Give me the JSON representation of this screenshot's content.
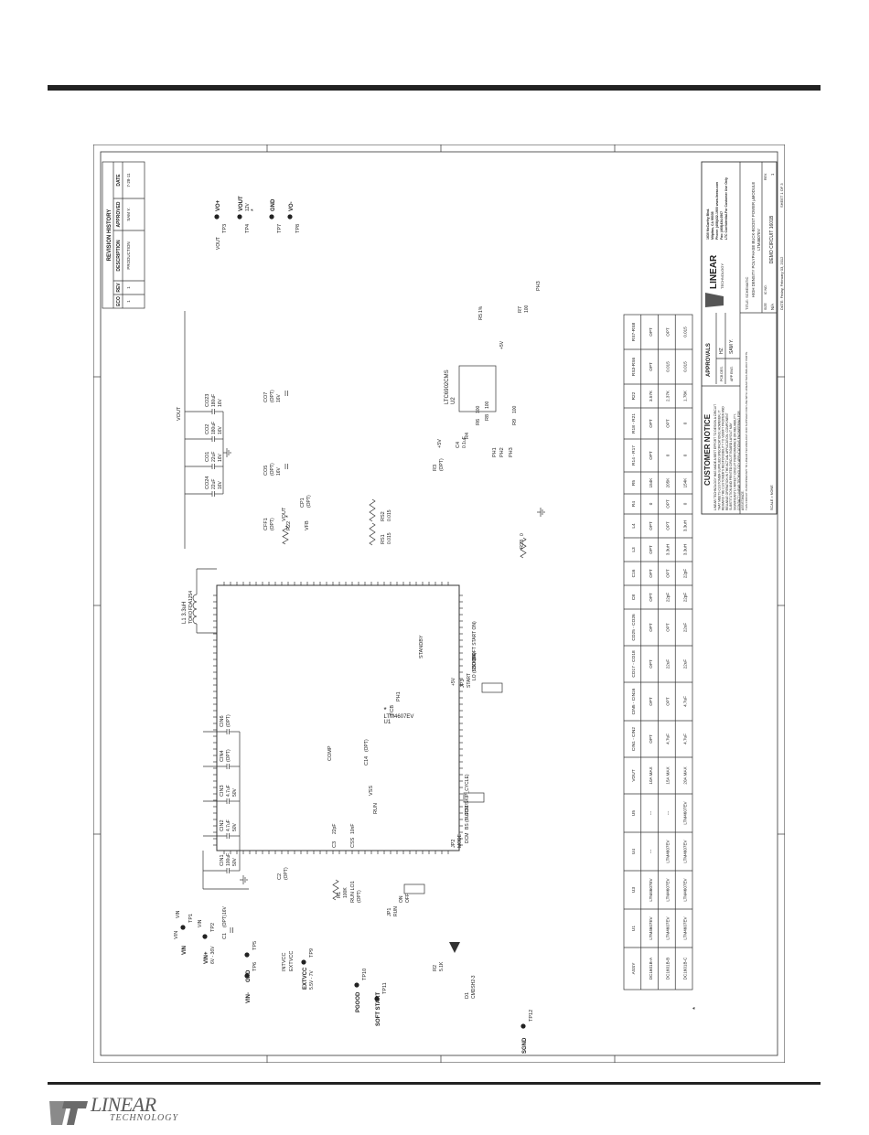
{
  "schematic": {
    "revision_history": {
      "title": "REVISION HISTORY",
      "headers": [
        "ECO",
        "REV",
        "DESCRIPTION",
        "APPROVED",
        "DATE"
      ],
      "row": [
        "1",
        "1",
        "PRODUCTION",
        "SAM Y.",
        "7-28-11"
      ]
    },
    "customer_notice": {
      "title": "CUSTOMER NOTICE",
      "body": "LINEAR TECHNOLOGY HAS MADE A BEST EFFORT TO DESIGN A CIRCUIT THAT MEETS CUSTOMER-SUPPLIED SPECIFICATIONS; HOWEVER, IT REMAINS THE CUSTOMER'S RESPONSIBILITY TO VERIFY PROPER AND RELIABLE OPERATION IN THE ACTUAL APPLICATION. COMPONENT SUBSTITUTION AND PRINTED CIRCUIT BOARD LAYOUT MAY SIGNIFICANTLY AFFECT CIRCUIT PERFORMANCE OR RELIABILITY. CONTACT LINEAR TECHNOLOGY APPLICATIONS ENGINEERING FOR ASSISTANCE."
    },
    "approvals": {
      "title": "APPROVALS",
      "pcb_des_label": "PCB DES.",
      "pcb_des": "HZ",
      "app_eng_label": "APP ENG.",
      "app_eng": "SAM Y."
    },
    "company": {
      "brand": "LINEAR",
      "brand_sub": "TECHNOLOGY",
      "address": [
        "1630 McCarthy Blvd.",
        "Milpitas, CA 95035",
        "Phone: (408)432-1900  www.linear.com",
        "Fax: (408)434-0507",
        "LTC Confidential-For Customer Use Only"
      ]
    },
    "title_block": {
      "title_label": "TITLE: SCHEMATIC",
      "title_line1": "HIGH DENSITY POLYPHASE BUCK-BOOST POWER µMODULE",
      "title_line2": "LTM4607EV",
      "size_label": "SIZE",
      "size": "N/A",
      "ic_no_label": "IC NO.",
      "demo": "DEMO CIRCUIT 1601B",
      "rev_label": "REV.",
      "rev": "1",
      "scale": "SCALE = NONE",
      "date": "DATE: Friday, February 03, 2012",
      "sheet": "SHEET  1  OF  3",
      "disclaimer": "THIS CIRCUIT IS PROPRIETARY TO LINEAR TECHNOLOGY AND SUPPLIED FOR USE WITH LINEAR TECHNOLOGY PARTS."
    },
    "assy_table": {
      "headers": [
        "ASSY",
        "U1",
        "U3",
        "U4",
        "U5",
        "VOUT",
        "CIN1 - CIN2",
        "CIN5 - CIN16",
        "CO17 - CO18",
        "CO25 - CO26",
        "C8",
        "C16",
        "L3",
        "L4",
        "R4",
        "R5",
        "R14 - R17",
        "R18 - R21",
        "R22",
        "RS3-RS6",
        "RS7-RS8"
      ],
      "rows": [
        [
          "DC1601B-A",
          "LTM4607EV",
          "LTM4607EV",
          "---",
          "---",
          "10A MAX",
          "OPT",
          "OPT",
          "OPT",
          "OPT",
          "OPT",
          "OPT",
          "OPT",
          "OPT",
          "0",
          "154K",
          "OPT",
          "OPT",
          "3.57K",
          "OPT",
          "OPT"
        ],
        [
          "DC1601B-B",
          "LTM4607EV",
          "LTM4607EV",
          "LTM4607EV",
          "---",
          "15A MAX",
          "4.7uF",
          "OPT",
          "22uF",
          "OPT",
          "22pF",
          "OPT",
          "3.3uH",
          "OPT",
          "OPT",
          "205K",
          "0",
          "OPT",
          "2.37K",
          "0.015",
          "OPT"
        ],
        [
          "DC1601B-C",
          "LTM4607EV",
          "LTM4607EV",
          "LTM4607EV",
          "LTM4607EV",
          "20A MAX",
          "4.7uF",
          "4.7uF",
          "22uF",
          "22uF",
          "22pF",
          "22pF",
          "3.3uH",
          "3.3uH",
          "0",
          "154K",
          "0",
          "0",
          "1.78K",
          "0.015",
          "0.015"
        ]
      ],
      "footnote": "*"
    },
    "u1": {
      "ref": "U1",
      "part": "LTM4607EV",
      "star": "*"
    },
    "u2": {
      "ref": "U2",
      "part": "LTC6902CMS"
    },
    "inductor": {
      "ref": "L1",
      "value": "3.3uH",
      "mfr": "TOKO",
      "part": "FDA1254"
    },
    "caps_in": [
      {
        "ref": "CIN1",
        "v1": "100uF",
        "v2": "50V"
      },
      {
        "ref": "CIN2",
        "v1": "4.7uF",
        "v2": "50V"
      },
      {
        "ref": "CIN3",
        "v1": "4.7uF",
        "v2": "50V"
      },
      {
        "ref": "CIN4",
        "v1": "(OPT)",
        "v2": ""
      },
      {
        "ref": "CIN6",
        "v1": "(OPT)",
        "v2": ""
      }
    ],
    "caps_out": [
      {
        "ref": "CO24",
        "v1": "22uF",
        "v2": "16V"
      },
      {
        "ref": "CO1",
        "v1": "22uF",
        "v2": "16V"
      },
      {
        "ref": "CO2",
        "v1": "180uF",
        "v2": "16V"
      },
      {
        "ref": "CO23",
        "v1": "180uF",
        "v2": "16V"
      }
    ],
    "caps_opt": [
      {
        "ref": "CO5",
        "v1": "(OPT)",
        "v2": "16V"
      },
      {
        "ref": "CO7",
        "v1": "(OPT)",
        "v2": "16V"
      }
    ],
    "misc": {
      "cff1": "CFF1",
      "cff1_v": "(OPT)",
      "r22": "R22",
      "r22_star": "*",
      "vfb": "VFB",
      "cp1": "CP1",
      "cp1_v": "(OPT)",
      "rs1": "RS1",
      "rs1_v": "0.015",
      "rs2": "RS2",
      "rs2_v": "0.015",
      "c4": "C4",
      "c4_v": "0.1uF",
      "plus5v": "+5V",
      "r3": "R3",
      "r3_v": "(OPT)",
      "r4": "R4",
      "r5": "R5",
      "r5_v": "1%",
      "r6": "R6",
      "r6_v": "100",
      "r7": "R7",
      "r7_v": "100",
      "r8": "R8",
      "r8_v": "100",
      "r9": "R9",
      "r9_v": "100",
      "r23": "R23",
      "r23_v": "0",
      "ph1": "PH1",
      "ph2": "PH2",
      "ph3": "PH3",
      "c1": "C1",
      "c1_v": "(OPT)",
      "c1_v2": "16V",
      "c2": "C2",
      "c2_v": "(OPT)",
      "c3": "C3",
      "c3_v": "22pF",
      "css": "CSS",
      "css_v": "10nF",
      "comp": "COMP",
      "c14": "C14",
      "c14_v": "(OPT)",
      "r1": "R1",
      "r1_v": "100K",
      "r2": "R2",
      "r2_v": "5.1K",
      "d1": "D1",
      "d1_part": "CMDSH2-3",
      "intvcc": "INTVCC",
      "extvcc": "EXTVCC",
      "vss": "VSS",
      "run": "RUN",
      "fcb": "FCB",
      "ph1_net": "PH1",
      "standby": "STANDBY",
      "jp1": "JP1",
      "jp1_fn": "RUN",
      "on": "ON",
      "off": "OFF",
      "jp2": "JP2",
      "jp2_fn": "MODE",
      "jp2_opt1": "DCM",
      "jp2_opt2": "BS (BURST/SKIP_CYCLE)",
      "jp2_opt3": "CCM",
      "jp3": "JP3",
      "jp3_fn": "START",
      "jp3_opt1": "LO (LDO ON)",
      "jp3_opt2": "SSO (SOFT START ON)",
      "jp3_opt3": "OFF",
      "runlo1": "RUN LO1",
      "runlo1_v": "(OPT)"
    },
    "testpoints": [
      {
        "ref": "TP1",
        "label": "VIN",
        "net": "VIN"
      },
      {
        "ref": "TP2",
        "label": "VIN+",
        "sub": "6V - 36V",
        "net": "VIN"
      },
      {
        "ref": "TP5",
        "label": "GND"
      },
      {
        "ref": "TP6",
        "label": "VIN-"
      },
      {
        "ref": "TP9",
        "label": "EXTVCC",
        "sub": "5.5V - 7V"
      },
      {
        "ref": "TP10",
        "label": "PGOOD"
      },
      {
        "ref": "TP11",
        "label": "SOFT START"
      },
      {
        "ref": "TP12",
        "label": "SGND"
      },
      {
        "ref": "TP3",
        "label": "VO+",
        "net": "VOUT"
      },
      {
        "ref": "TP4",
        "label": "VOUT",
        "sub": "12V",
        "star": "*"
      },
      {
        "ref": "TP7",
        "label": "GND"
      },
      {
        "ref": "TP8",
        "label": "VO-"
      }
    ],
    "vout_net": "VOUT",
    "vin_net": "VIN"
  }
}
